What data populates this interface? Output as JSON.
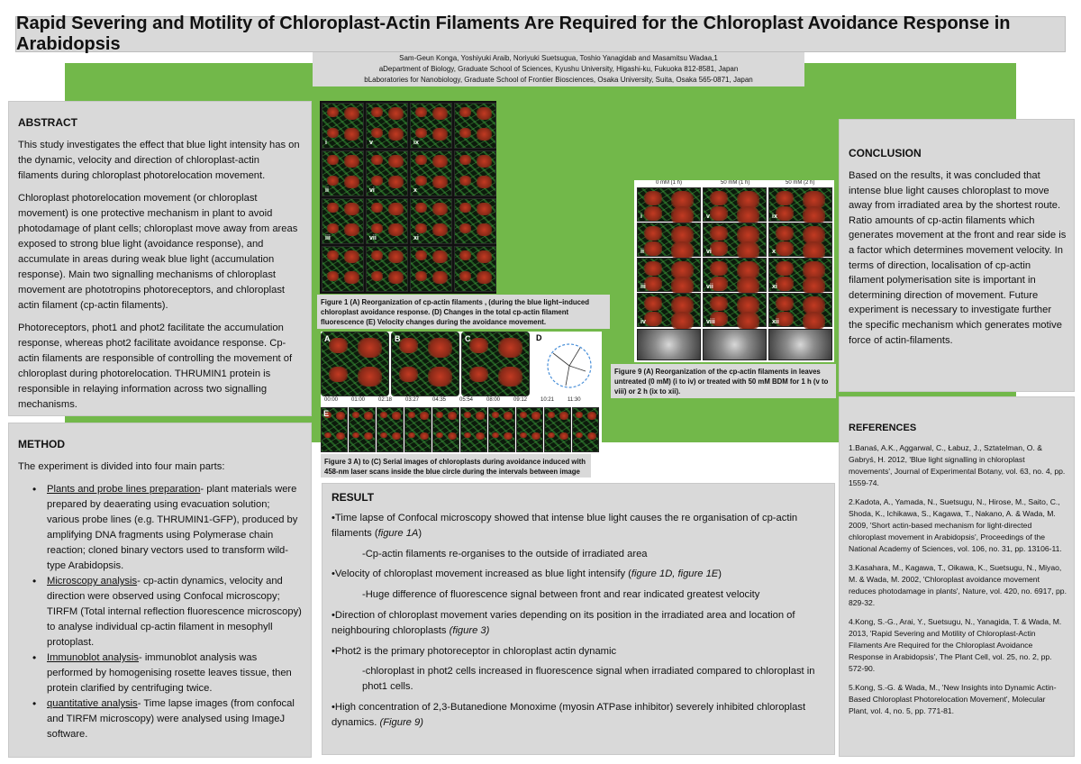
{
  "title": "Rapid Severing and Motility of Chloroplast-Actin Filaments Are Required for the Chloroplast Avoidance Response in Arabidopsis",
  "authors": {
    "names": "Sam-Geun Konga, Yoshiyuki Araib, Noriyuki Suetsugua, Toshio Yanagidab and Masamitsu Wadaa,1",
    "affiliation_a": "aDepartment of Biology, Graduate School of Sciences, Kyushu University, Higashi-ku, Fukuoka 812-8581, Japan",
    "affiliation_b": "bLaboratories for Nanobiology, Graduate School of Frontier Biosciences, Osaka University, Suita, Osaka 565-0871, Japan"
  },
  "abstract": {
    "heading": "ABSTRACT",
    "p1": "This study investigates the effect that blue light intensity has on the dynamic, velocity and direction of chloroplast-actin filaments during chloroplast photorelocation movement.",
    "p2": "Chloroplast photorelocation movement (or chloroplast movement) is one protective mechanism in plant to avoid photodamage of plant cells; chloroplast move away from areas exposed to strong blue light (avoidance response), and accumulate in areas during weak blue light (accumulation response). Main two signalling mechanisms of chloroplast movement are phototropins photoreceptors, and chloroplast actin filament (cp-actin filaments).",
    "p3": "Photoreceptors, phot1 and phot2 facilitate the accumulation response, whereas phot2 facilitate avoidance response. Cp-actin filaments are responsible of controlling the movement of chloroplast during photorelocation. THRUMIN1 protein is responsible in relaying information across two signalling mechanisms."
  },
  "method": {
    "heading": "METHOD",
    "intro": "The experiment is divided into four main parts:",
    "items": [
      {
        "term": "Plants and probe lines preparation",
        "text": "- plant materials were prepared by deaerating using evacuation solution; various probe lines (e.g. THRUMIN1-GFP), produced by amplifying DNA fragments using Polymerase chain reaction; cloned binary vectors used to transform wild-type Arabidopsis."
      },
      {
        "term": "Microscopy analysis",
        "text": "- cp-actin dynamics, velocity and direction were observed using Confocal microscopy; TIRFM (Total internal reflection fluorescence microscopy) to analyse individual cp-actin filament in mesophyll protoplast."
      },
      {
        "term": "Immunoblot analysis",
        "text": "- immunoblot analysis was performed by homogenising rosette leaves tissue, then protein clarified by centrifuging twice."
      },
      {
        "term": "quantitative analysis",
        "text": "- Time lapse images (from confocal and TIRFM microscopy) were analysed using ImageJ software."
      }
    ]
  },
  "figures": {
    "fig1_caption": "Figure 1 (A) Reorganization of cp-actin filaments , (during the blue light–induced chloroplast avoidance response. (D) Changes in the total cp-actin filament fluorescence (E) Velocity changes during the avoidance movement.",
    "fig3_caption": "Figure 3 A) to (C) Serial images of chloroplasts during avoidance induced with 458-nm laser scans inside the blue circle during the intervals between image",
    "fig9_caption": "Figure 9 (A) Reorganization of the cp-actin filaments in leaves untreated (0 mM) (i to iv) or treated with 50 mM BDM for 1 h (v to viii) or 2 h (ix to xii).",
    "fig9_headers": [
      "0 mM (1 h)",
      "50 mM (1 h)",
      "50 mM (2 h)"
    ],
    "fig3_labels": [
      "A",
      "B",
      "C",
      "D",
      "E"
    ],
    "fig3_times": [
      "00:00",
      "01:00",
      "02:18",
      "03:27",
      "04:35",
      "05:54",
      "08:00",
      "09:12",
      "10:21",
      "11:30"
    ],
    "fig1_roman": [
      "i",
      "ii",
      "iii",
      "iv",
      "v",
      "vi",
      "vii",
      "viii",
      "ix",
      "x",
      "xi",
      "xii"
    ]
  },
  "result": {
    "heading": "RESULT",
    "lines": [
      {
        "text": "•Time lapse of Confocal microscopy showed that intense blue light causes the re organisation of cp-actin filaments (",
        "ref": "figure 1A",
        "tail": ")"
      },
      {
        "indent": true,
        "text": "-Cp-actin filaments re-organises to the outside of irradiated area"
      },
      {
        "text": "•Velocity of chloroplast movement increased as blue light intensify (",
        "ref": "figure 1D, figure 1E",
        "tail": ")"
      },
      {
        "indent": true,
        "text": "-Huge difference of fluorescence signal between front and rear indicated greatest velocity"
      },
      {
        "text": "•Direction of chloroplast movement varies depending on its position in the irradiated area and location of neighbouring chloroplasts ",
        "ref": "(figure 3)",
        "tail": ""
      },
      {
        "text": "•Phot2 is the primary photoreceptor in chloroplast actin dynamic"
      },
      {
        "indent": true,
        "text": "-chloroplast in phot2 cells increased in fluorescence signal when irradiated compared to chloroplast in phot1 cells."
      },
      {
        "text": "•High concentration of 2,3-Butanedione Monoxime (myosin ATPase inhibitor) severely inhibited chloroplast dynamics. ",
        "ref": "(Figure 9)",
        "tail": ""
      }
    ]
  },
  "conclusion": {
    "heading": "CONCLUSION",
    "text": "Based on the results, it was concluded that intense blue light causes chloroplast to move away from irradiated area by the shortest route. Ratio amounts of cp-actin filaments which generates movement at the front and rear side is a factor which determines movement velocity. In terms of direction, localisation of cp-actin filament polymerisation site is important in determining direction of movement. Future experiment is necessary to investigate further the specific mechanism which generates motive force of actin-filaments."
  },
  "references": {
    "heading": "REFERENCES",
    "items": [
      "1.Banaś, A.K., Aggarwal, C., Łabuz, J., Sztatelman, O. & Gabryś, H. 2012, 'Blue light signalling in chloroplast movements', Journal of Experimental Botany, vol. 63, no. 4, pp. 1559-74.",
      "2.Kadota, A., Yamada, N., Suetsugu, N., Hirose, M., Saito, C., Shoda, K., Ichikawa, S., Kagawa, T., Nakano, A. & Wada, M. 2009, 'Short actin-based mechanism for light-directed chloroplast movement in Arabidopsis', Proceedings of the National Academy of Sciences, vol. 106, no. 31, pp. 13106-11.",
      "3.Kasahara, M., Kagawa, T., Oikawa, K., Suetsugu, N., Miyao, M. & Wada, M. 2002, 'Chloroplast avoidance movement reduces photodamage in plants', Nature, vol. 420, no. 6917, pp. 829-32.",
      "4.Kong, S.-G., Arai, Y., Suetsugu, N., Yanagida, T. & Wada, M. 2013, 'Rapid Severing and Motility of Chloroplast-Actin Filaments Are Required for the Chloroplast Avoidance Response in Arabidopsis', The Plant Cell, vol. 25, no. 2, pp. 572-90.",
      "5.Kong, S.-G. & Wada, M., 'New Insights into Dynamic Actin-Based Chloroplast Photorelocation Movement', Molecular Plant, vol. 4, no. 5, pp. 771-81."
    ]
  },
  "colors": {
    "green_band": "#72b84a",
    "panel_gray": "#d9d9d9"
  }
}
